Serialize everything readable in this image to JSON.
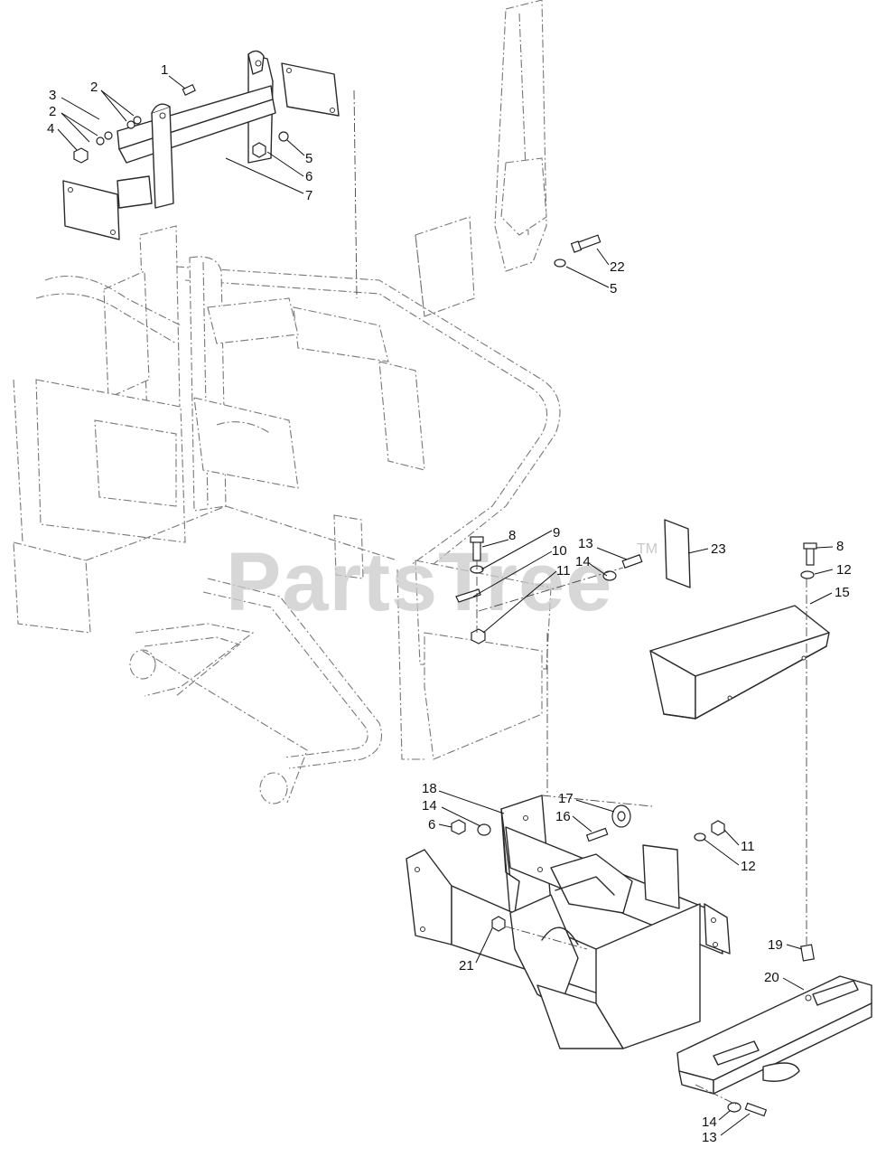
{
  "watermark": {
    "brand": "PartsTree",
    "mark": "TM"
  },
  "callouts": {
    "c1": "1",
    "c2a": "2",
    "c2b": "2",
    "c3": "3",
    "c4": "4",
    "c5a": "5",
    "c5b": "5",
    "c6a": "6",
    "c6b": "6",
    "c7": "7",
    "c8a": "8",
    "c8b": "8",
    "c9": "9",
    "c10": "10",
    "c11a": "11",
    "c11b": "11",
    "c12a": "12",
    "c12b": "12",
    "c13a": "13",
    "c13b": "13",
    "c14a": "14",
    "c14b": "14",
    "c14c": "14",
    "c15": "15",
    "c16": "16",
    "c17": "17",
    "c18": "18",
    "c19": "19",
    "c20": "20",
    "c21": "21",
    "c22": "22",
    "c23": "23"
  }
}
